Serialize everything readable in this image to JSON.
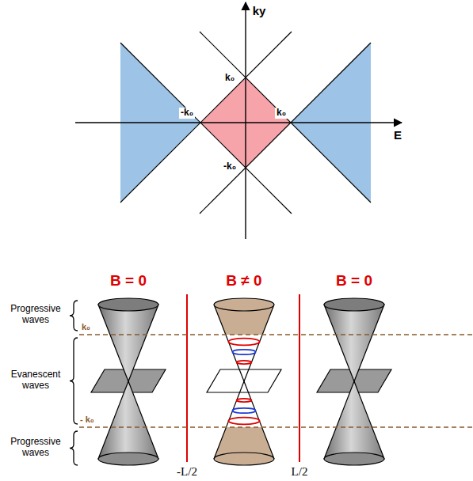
{
  "diagram": {
    "labels": [
      "ky",
      "k₀",
      "-k₀",
      "k₀",
      "E",
      "-k₀",
      "B = 0",
      "B ≠ 0",
      "B = 0",
      "Progressive waves",
      "k₀",
      "Evanescent waves",
      "- k₀",
      "Progressive waves",
      "-L/2",
      "L/2"
    ]
  }
}
